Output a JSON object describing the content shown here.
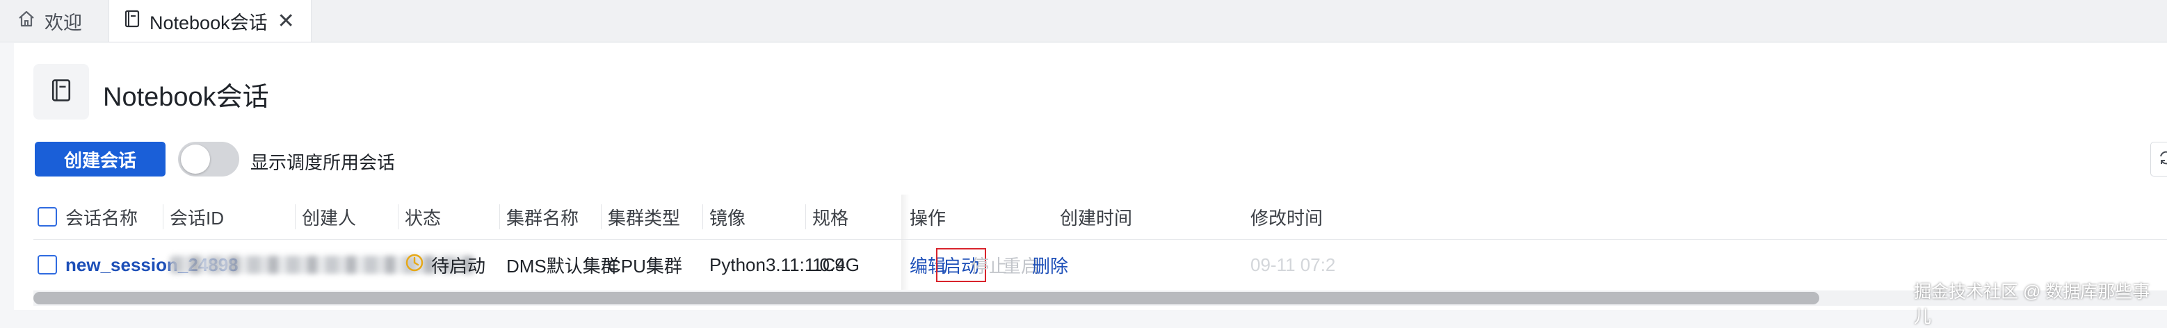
{
  "tabs": [
    {
      "label": "欢迎",
      "icon": "home-icon"
    },
    {
      "label": "Notebook会话",
      "icon": "notebook-icon",
      "close": "✕"
    }
  ],
  "page": {
    "title": "Notebook会话",
    "icon": "notebook-icon"
  },
  "toolbar": {
    "create_label": "创建会话",
    "toggle_label": "显示调度所用会话",
    "toggle_on": false,
    "refresh_icon": "refresh-icon"
  },
  "table": {
    "columns": [
      "会话名称",
      "会话ID",
      "创建人",
      "状态",
      "集群名称",
      "集群类型",
      "镜像",
      "规格",
      "操作",
      "创建时间",
      "修改时间"
    ],
    "rows": [
      {
        "name": "new_session_24898",
        "status": "待启动",
        "cluster_name": "DMS默认集群",
        "cluster_type": "CPU集群",
        "image": "Python3.11:1.0.9",
        "spec": "1C4G",
        "actions": {
          "edit": "编辑",
          "start": "启动",
          "stop": "停止",
          "restart": "重启",
          "delete": "删除"
        },
        "modified_time_partial": "09-11 07:2"
      }
    ]
  },
  "watermark": "掘金技术社区 @ 数据库那些事儿",
  "colors": {
    "primary": "#1a5fd8",
    "link": "#1d4fb8",
    "highlight": "#d9242c",
    "status_pending": "#e6a817"
  }
}
